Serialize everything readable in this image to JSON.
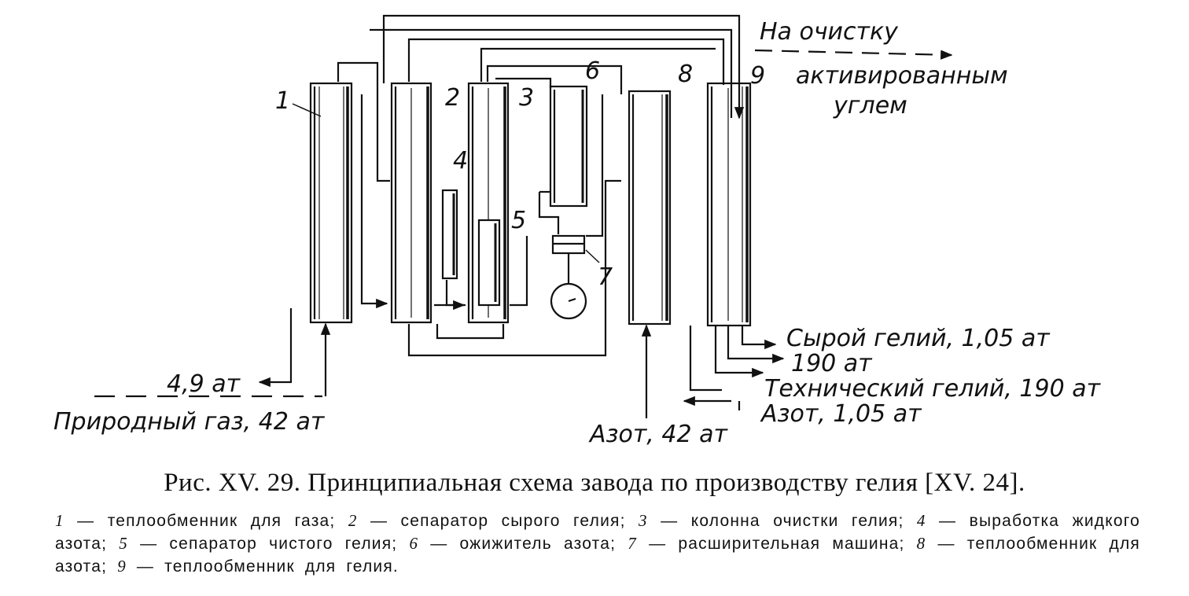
{
  "labels": {
    "cleanup_top": "На очистку",
    "cleanup_carbon_1": "активированным",
    "cleanup_carbon_2": "углем",
    "crude_helium": "Сырой гелий, 1,05 ат",
    "pressure_190": "190 ат",
    "technical_helium": "Технический гелий, 190 ат",
    "nitrogen_low": "Азот, 1,05 ат",
    "nitrogen_high": "Азот, 42 ат",
    "gas_pressure": "4,9 ат",
    "natural_gas": "Природный газ, 42 ат"
  },
  "units": {
    "u1": "1",
    "u2": "2",
    "u3": "3",
    "u4": "4",
    "u5": "5",
    "u6": "6",
    "u7": "7",
    "u8": "8",
    "u9": "9"
  },
  "caption": {
    "title": "Рис. XV. 29. Принципиальная схема завода по производству гелия [XV. 24].",
    "legend": [
      {
        "num": "1",
        "text": "теплообменник для газа;"
      },
      {
        "num": "2",
        "text": "сепаратор сырого гелия;"
      },
      {
        "num": "3",
        "text": "колонна очистки гелия;"
      },
      {
        "num": "4",
        "text": "выработка жидкого азота;"
      },
      {
        "num": "5",
        "text": "сепаратор чистого гелия;"
      },
      {
        "num": "6",
        "text": "ожижитель азота;"
      },
      {
        "num": "7",
        "text": "расширительная машина;"
      },
      {
        "num": "8",
        "text": "теплообменник для азота;"
      },
      {
        "num": "9",
        "text": "теплообменник для гелия."
      }
    ]
  }
}
